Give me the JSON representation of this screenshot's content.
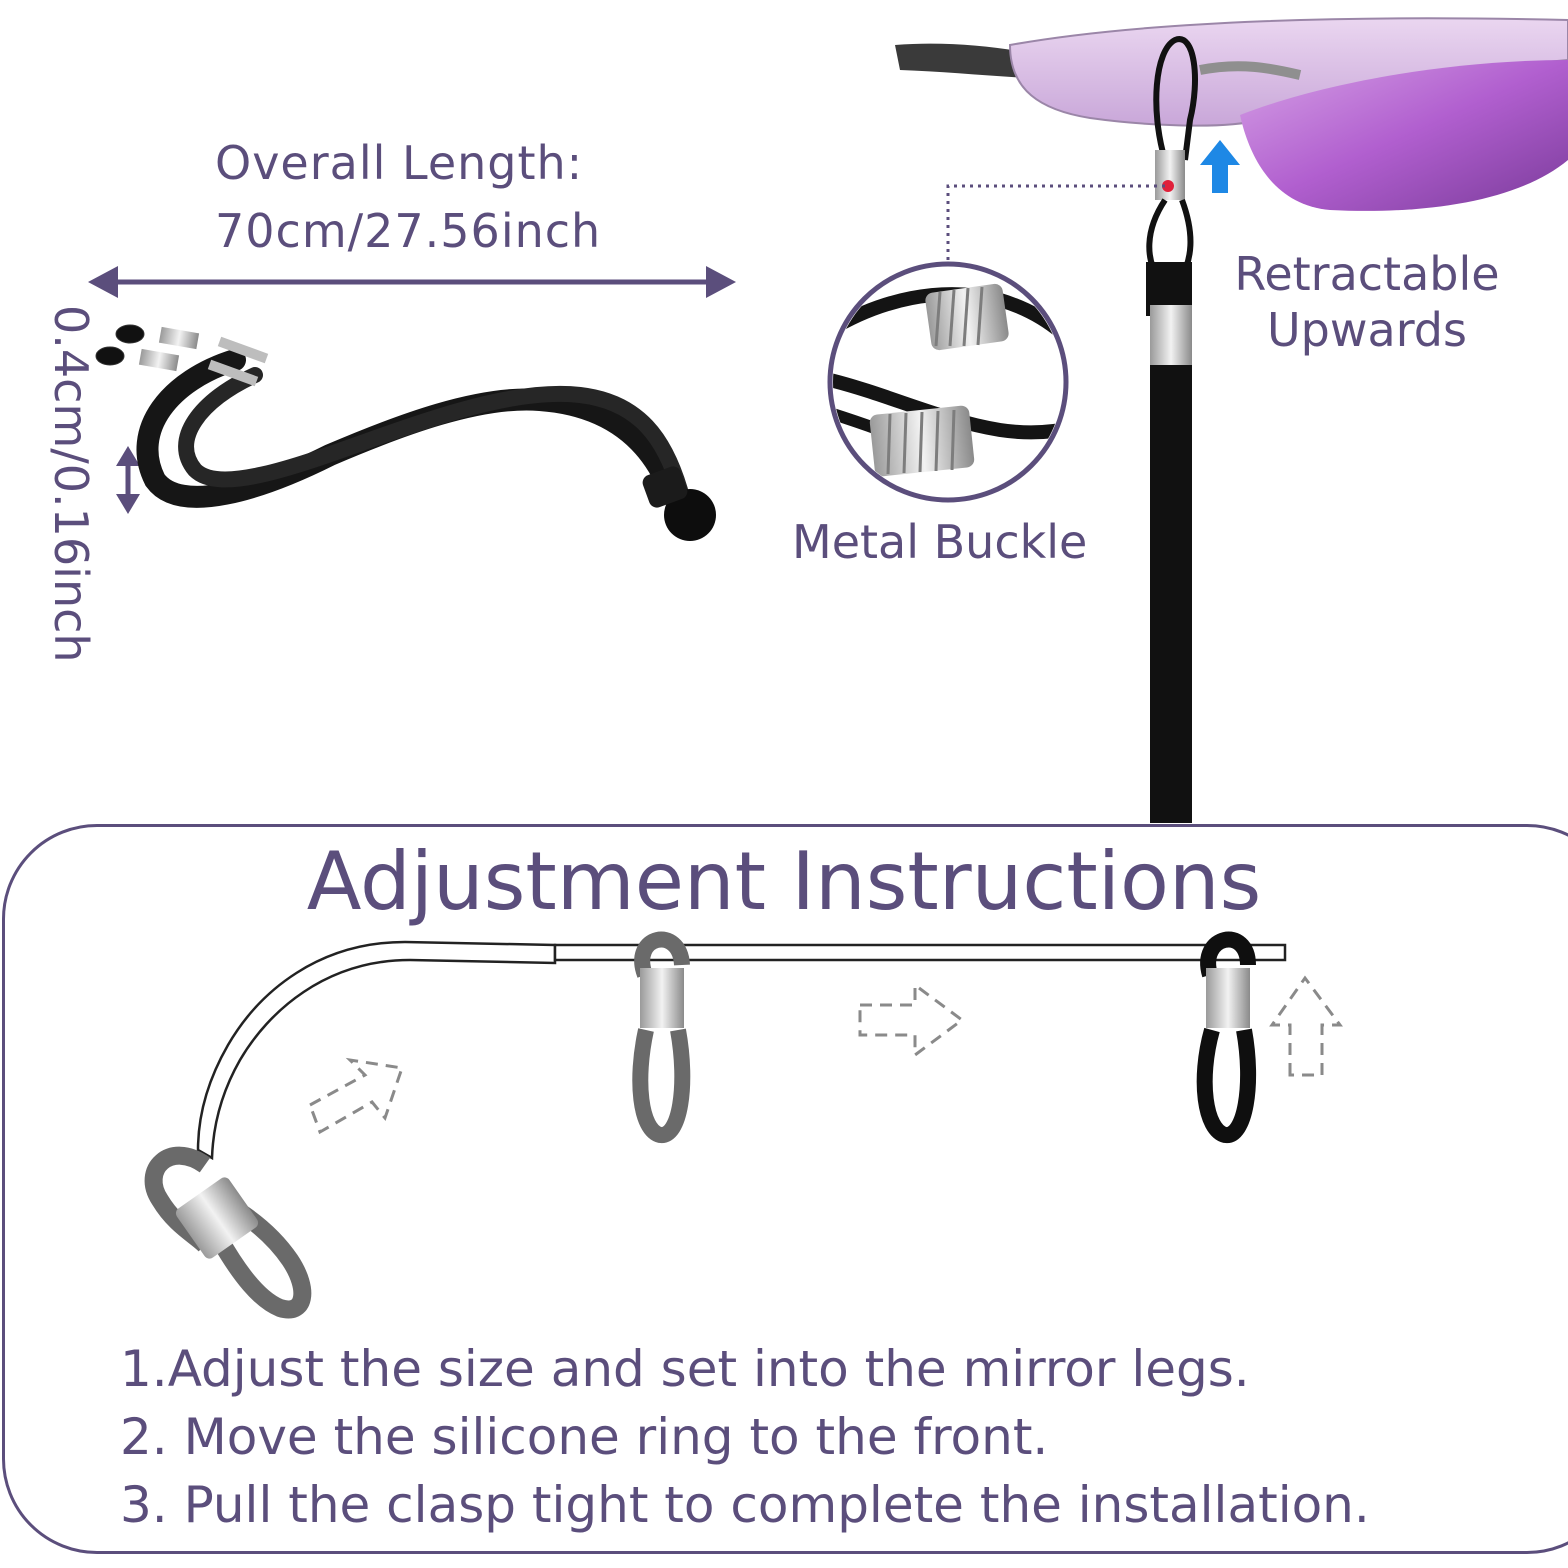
{
  "length": {
    "title": "Overall Length:",
    "value": "70cm/27.56inch"
  },
  "width": {
    "value": "0.4cm/0.16inch"
  },
  "features": {
    "retract_line1": "Retractable",
    "retract_line2": "Upwards",
    "buckle": "Metal Buckle"
  },
  "instructions": {
    "title": "Adjustment Instructions",
    "steps": [
      "1.Adjust the size and set into the mirror legs.",
      "2. Move the silicone ring to the front.",
      "3. Pull the clasp tight to complete the installation."
    ]
  },
  "colors": {
    "text": "#5b4e7c",
    "accent_arrow": "#1e88e5",
    "cord": "#111111",
    "lens": "#b15fcf"
  }
}
